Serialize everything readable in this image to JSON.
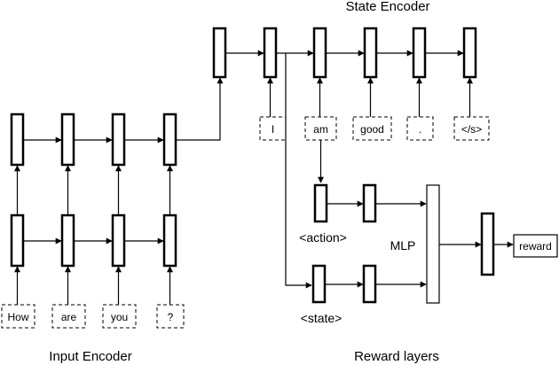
{
  "titles": {
    "state_encoder": "State Encoder",
    "input_encoder": "Input Encoder",
    "reward_layers": "Reward layers"
  },
  "input_tokens": [
    "How",
    "are",
    "you",
    "?"
  ],
  "output_tokens": [
    "I",
    "am",
    "good",
    ".",
    "</s>"
  ],
  "reward": {
    "action_label": "<action>",
    "state_label": "<state>",
    "mlp_label": "MLP",
    "output_label": "reward"
  }
}
